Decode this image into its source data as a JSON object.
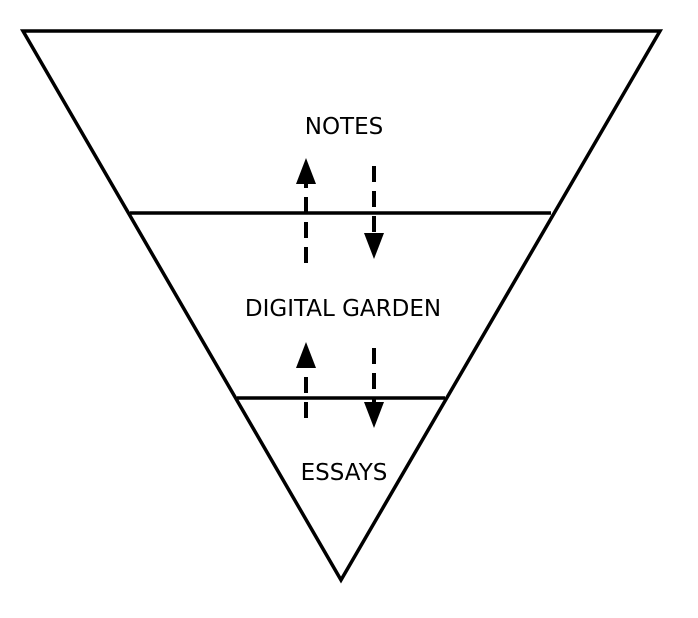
{
  "diagram": {
    "layers": [
      {
        "label": "NOTES"
      },
      {
        "label": "DIGITAL GARDEN"
      },
      {
        "label": "ESSAYS"
      }
    ],
    "colors": {
      "stroke": "#000000",
      "background": "#ffffff"
    }
  }
}
